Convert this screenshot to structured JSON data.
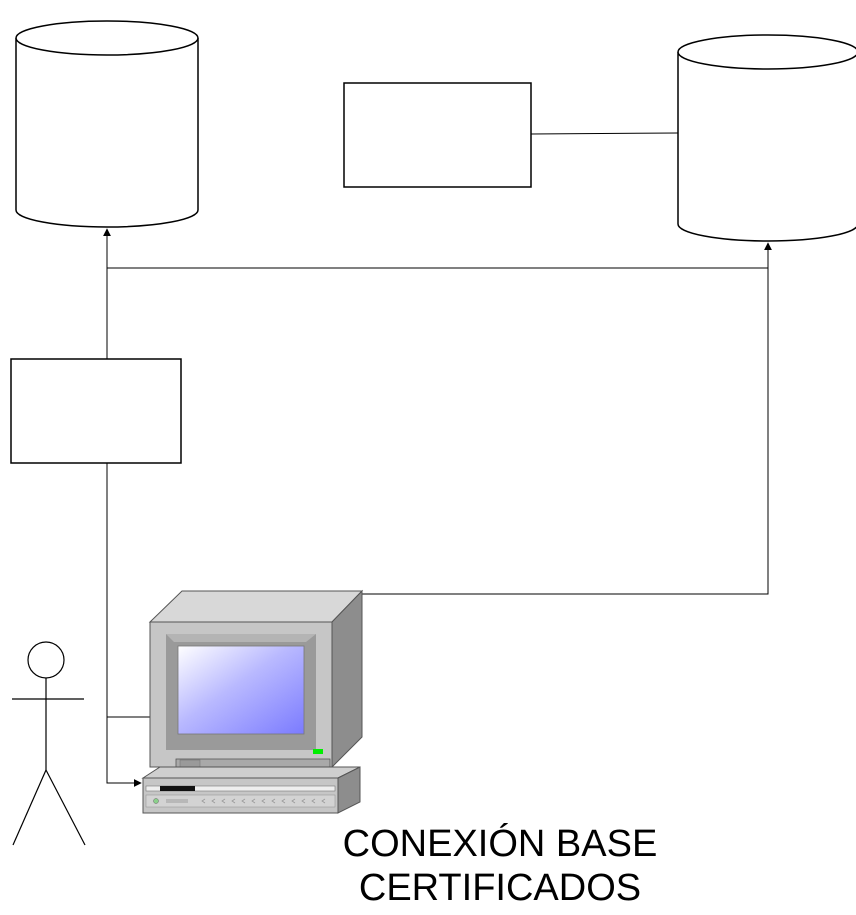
{
  "caption": {
    "line1": "CONEXIÓN BASE",
    "line2": "CERTIFICADOS"
  },
  "nodes": [
    {
      "name": "database-left",
      "shape": "cylinder",
      "label": ""
    },
    {
      "name": "database-right",
      "shape": "cylinder",
      "label": ""
    },
    {
      "name": "box-top",
      "shape": "rectangle",
      "label": ""
    },
    {
      "name": "box-left",
      "shape": "rectangle",
      "label": ""
    },
    {
      "name": "user",
      "shape": "stick-figure",
      "label": ""
    },
    {
      "name": "computer",
      "shape": "desktop-computer",
      "label": ""
    }
  ],
  "colors": {
    "line": "#000000",
    "screen_light": "#ffffff",
    "screen_dark": "#7b7bff",
    "case": "#c6c6c6",
    "led": "#00ee00"
  }
}
